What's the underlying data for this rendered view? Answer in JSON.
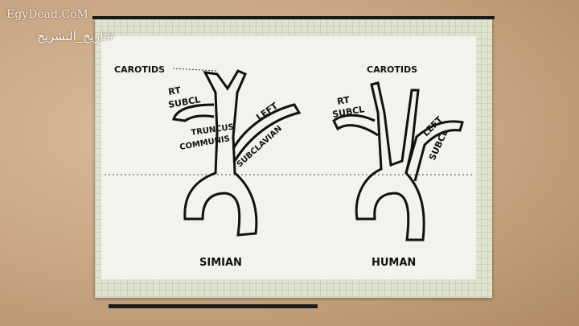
{
  "watermark": "EgyDead.CoM",
  "hashtag": "#تاريخ_التشريح",
  "diagram": {
    "left": {
      "title": "SIMIAN",
      "labels": [
        "CAROTIDS",
        "RT",
        "SUBCL",
        "TRUNCUS",
        "COMMUNIS",
        "LEFT",
        "SUBCLAVIAN"
      ]
    },
    "right": {
      "title": "HUMAN",
      "labels": [
        "CAROTIDS",
        "RT",
        "SUBCL",
        "LEFT",
        "SUBCL"
      ]
    }
  }
}
